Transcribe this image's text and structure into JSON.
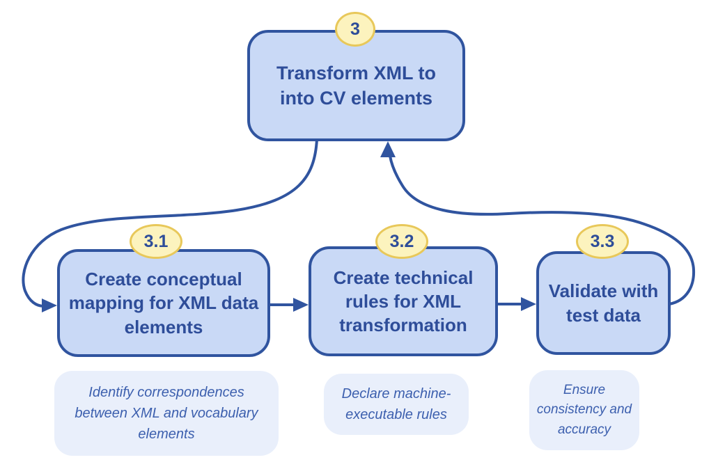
{
  "diagram": {
    "main_step": {
      "badge": "3",
      "label": "Transform XML to into CV elements"
    },
    "sub_steps": [
      {
        "badge": "3.1",
        "label": "Create conceptual mapping for XML data elements",
        "description": "Identify correspondences between XML and vocabulary elements"
      },
      {
        "badge": "3.2",
        "label": "Create technical rules for XML transformation",
        "description": "Declare machine-executable rules"
      },
      {
        "badge": "3.3",
        "label": "Validate with test data",
        "description": "Ensure consistency and accuracy"
      }
    ],
    "arrows": [
      "main-to-step-3-1",
      "step-3-1-to-3-2",
      "step-3-2-to-3-3",
      "step-3-3-to-main"
    ],
    "colors": {
      "box_fill": "#C9D9F6",
      "box_border": "#30549F",
      "badge_fill": "#FCF3BE",
      "badge_border": "#E8C85A",
      "text": "#2E4D99",
      "description_fill": "#E9EFFB",
      "description_text": "#3C5FAE",
      "arrow": "#30549F",
      "background": "#FFFFFF"
    }
  }
}
